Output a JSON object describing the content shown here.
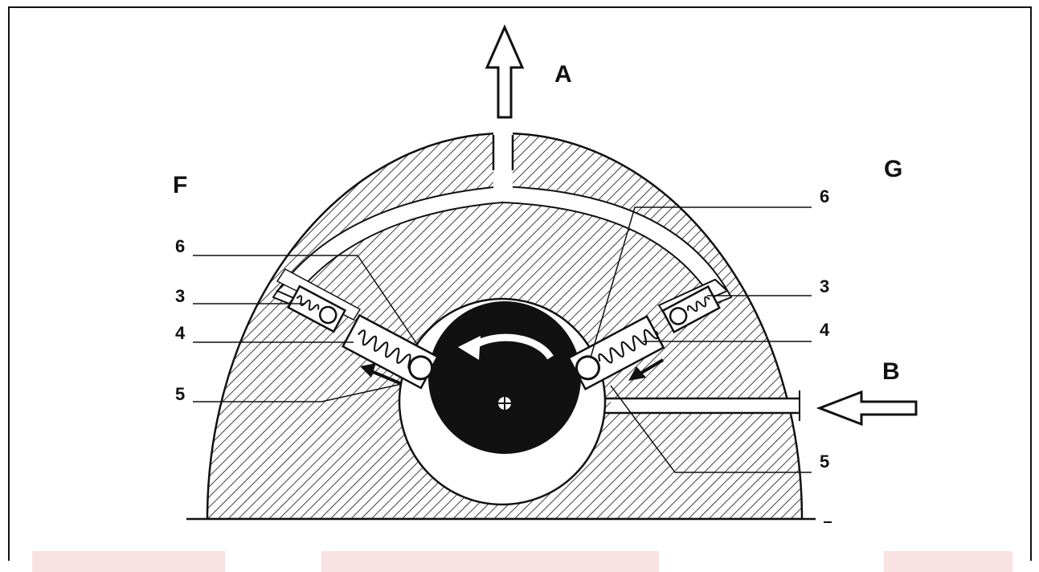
{
  "labels": {
    "outlet_A": "A",
    "inlet_B": "B",
    "side_F": "F",
    "side_G": "G",
    "left_6": "6",
    "left_3": "3",
    "left_4": "4",
    "left_5": "5",
    "right_6": "6",
    "right_3": "3",
    "right_4": "4",
    "right_5": "5"
  },
  "colors": {
    "ink": "#111111",
    "hatch_bg": "#ffffff",
    "watermark": "#e8a9a9"
  }
}
